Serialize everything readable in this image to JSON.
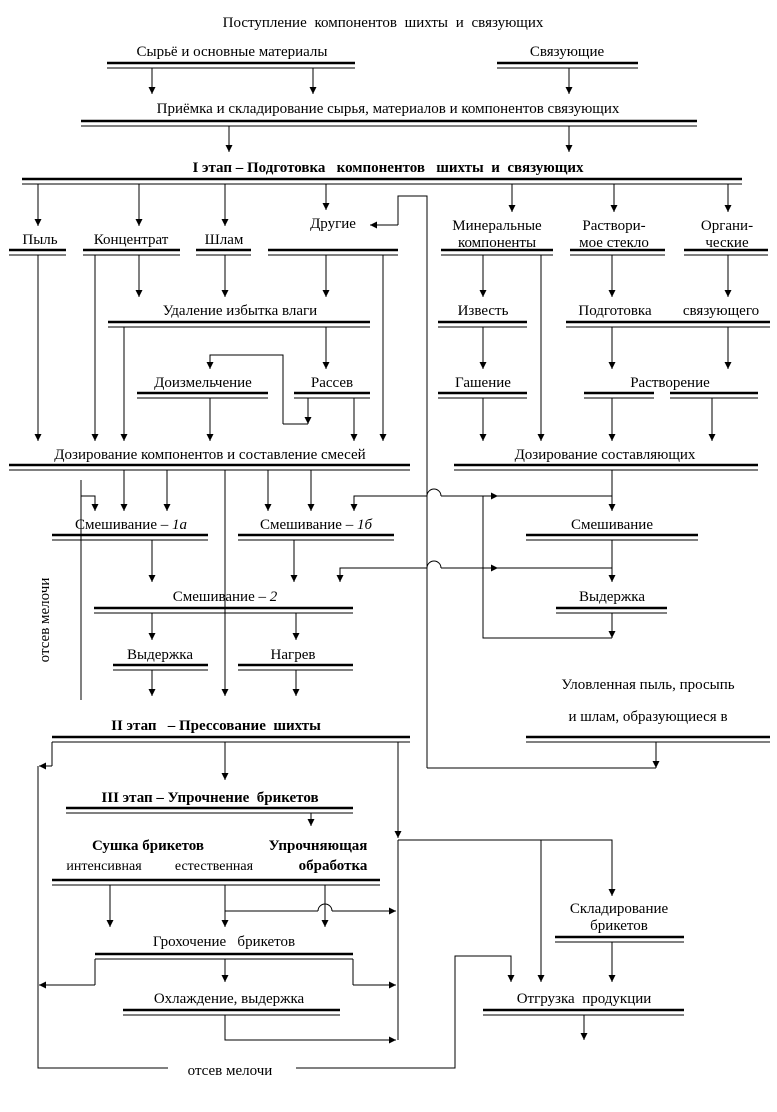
{
  "title": "Поступление компонентов шихты и связующих",
  "nodes": {
    "raw": "Сырьё и основные материалы",
    "binders": "Связующие",
    "reception": "Приёмка и складирование  сырья, материалов и компонентов связующих",
    "stage1": "I этап – Подготовка   компонентов   шихты  и  связующих",
    "dust": "Пыль",
    "concentrate": "Концентрат",
    "sludge": "Шлам",
    "other": "Другие",
    "mineral_1": "Минеральные",
    "mineral_2": "компоненты",
    "glass_1": "Раствори-",
    "glass_2": "мое стекло",
    "organic_1": "Органи-",
    "organic_2": "ческие",
    "moisture": "Удаление избытка влаги",
    "lime": "Известь",
    "prep_1": "Подготовка",
    "prep_2": "связующего",
    "regrind": "Доизмельчение",
    "sieving": "Рассев",
    "slaking": "Гашение",
    "dissolving": "Растворение",
    "dosing_mix": "Дозирование компонентов и составление смесей",
    "dosing_parts": "Дозирование составляющих",
    "mix1a_label": "Смешивание – ",
    "mix1a_italic": "1а",
    "mix1b_label": "Смешивание – ",
    "mix1b_italic": "1б",
    "mixing": "Смешивание",
    "mix2_label": "Смешивание – ",
    "mix2_italic": "2",
    "aging_right": "Выдержка",
    "aging_left": "Выдержка",
    "heating": "Нагрев",
    "recovered_1": "Уловленная пыль, просыпь",
    "recovered_2": "и шлам, образующиеся в",
    "stage2": "II этап   – Прессование  шихты",
    "stage3": "III этап – Упрочнение  брикетов",
    "drying": "Сушка брикетов",
    "intensive": "интенсивная",
    "natural": "естественная",
    "hardening_1": "Упрочняющая",
    "hardening_2": "обработка",
    "storage_1": "Складирование",
    "storage_2": "брикетов",
    "screening": "Грохочение   брикетов",
    "cooling": "Охлаждение, выдержка",
    "shipment": "Отгрузка  продукции",
    "fines_vertical": "отсев мелочи",
    "fines_bottom": "отсев мелочи"
  }
}
